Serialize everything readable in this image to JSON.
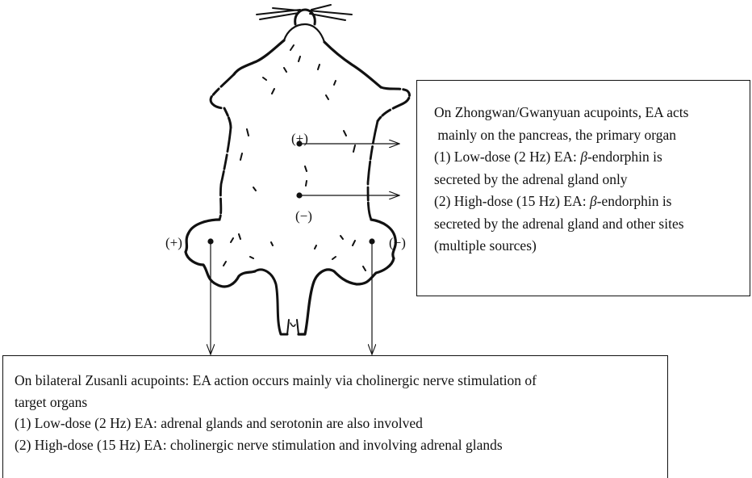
{
  "diagram": {
    "electrode_labels": {
      "abdomen_upper": "(+)",
      "abdomen_lower": "(−)",
      "left_leg": "(+)",
      "right_leg": "(−)"
    },
    "right_box": {
      "line1": "On Zhongwan/Gwanyuan acupoints, EA acts",
      "line2": " mainly on the pancreas, the primary organ",
      "line3_pre": "(1) Low-dose (2 Hz) EA: ",
      "line3_beta": "β",
      "line3_post": "-endorphin is",
      "line4": "secreted by the adrenal gland only",
      "line5_pre": "(2) High-dose (15 Hz) EA: ",
      "line5_beta": "β",
      "line5_post": "-endorphin is",
      "line6": "secreted by the adrenal gland and other sites",
      "line7": "(multiple sources)"
    },
    "bottom_box": {
      "line1": "On bilateral Zusanli acupoints: EA action occurs mainly via cholinergic nerve stimulation of",
      "line2": "target organs",
      "line3": "(1) Low-dose (2 Hz) EA: adrenal glands and serotonin are also involved",
      "line4": "(2) High-dose (15 Hz) EA: cholinergic nerve stimulation and involving adrenal glands"
    }
  }
}
